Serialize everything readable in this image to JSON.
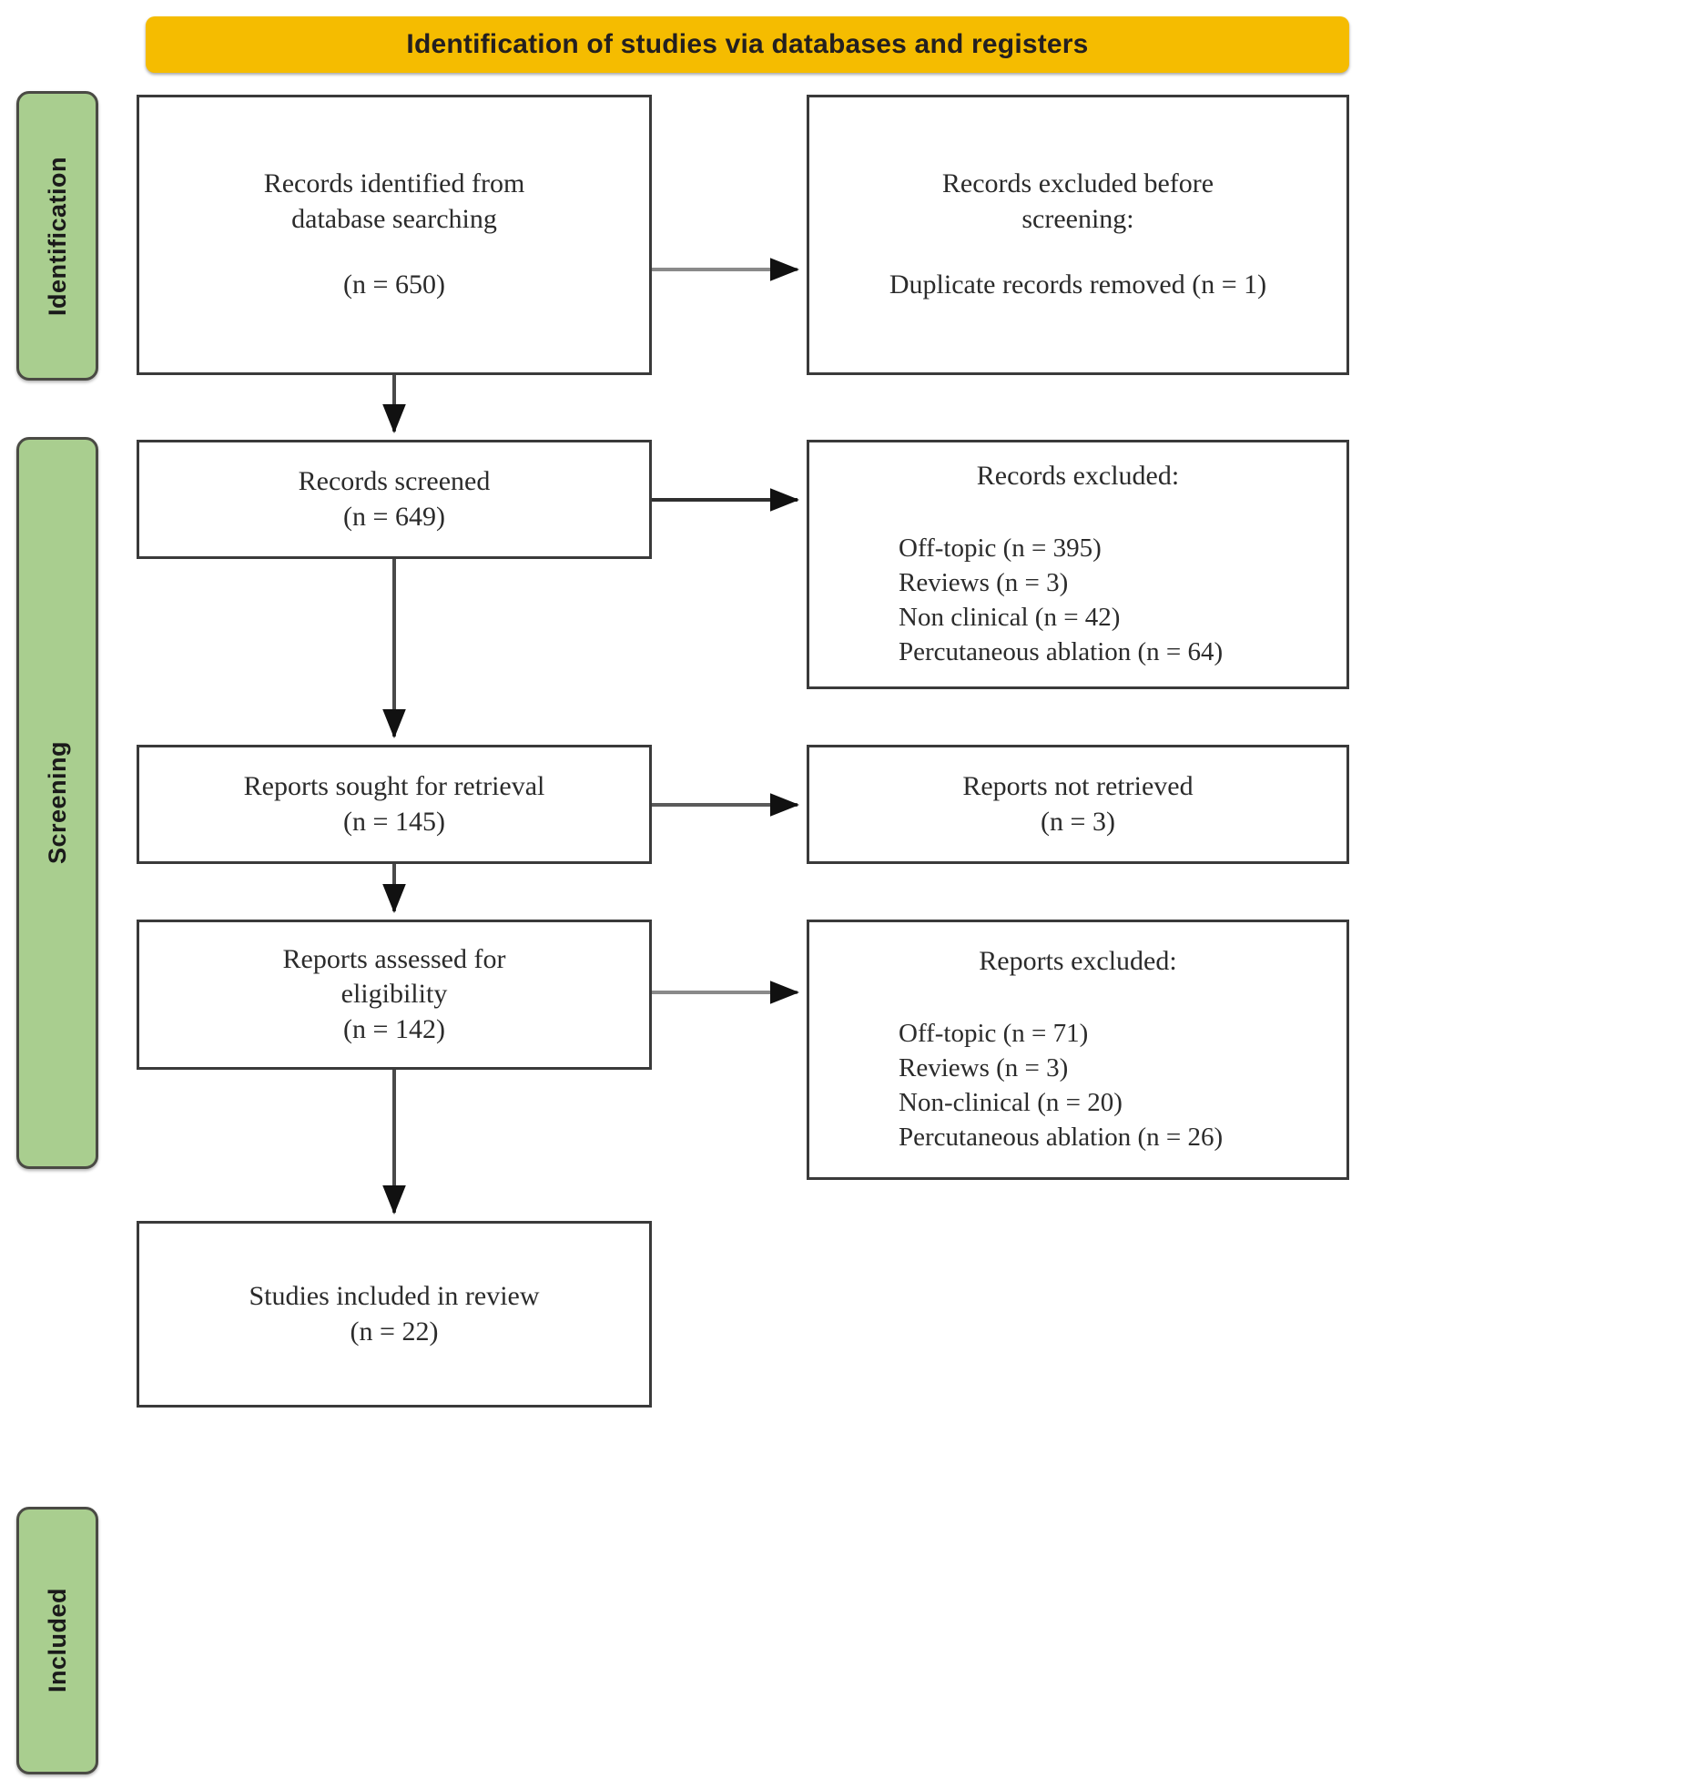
{
  "diagram": {
    "type": "prisma-flow-diagram",
    "header": {
      "title": "Identification of studies via databases and registers",
      "background_color": "#F5BC00"
    },
    "stages": [
      {
        "id": "identification",
        "label": "Identification",
        "color": "#A9CE8F"
      },
      {
        "id": "screening",
        "label": "Screening",
        "color": "#A9CE8F"
      },
      {
        "id": "included",
        "label": "Included",
        "color": "#A9CE8F"
      }
    ],
    "boxes": {
      "identified": {
        "line1": "Records identified from",
        "line2": "database searching",
        "count": "(n = 650)"
      },
      "excluded_before_screening": {
        "line1": "Records excluded before",
        "line2": "screening:",
        "reason1": "Duplicate records removed (n = 1)"
      },
      "screened": {
        "line1": "Records screened",
        "count": "(n = 649)"
      },
      "records_excluded": {
        "head": "Records excluded:",
        "reason1": "Off-topic (n = 395)",
        "reason2": "Reviews (n = 3)",
        "reason3": "Non clinical (n = 42)",
        "reason4": "Percutaneous ablation (n = 64)"
      },
      "sought_for_retrieval": {
        "line1": "Reports sought for retrieval",
        "count": "(n = 145)"
      },
      "not_retrieved": {
        "line1": "Reports not retrieved",
        "count": "(n = 3)"
      },
      "assessed": {
        "line1": "Reports assessed for",
        "line2": "eligibility",
        "count": "(n = 142)"
      },
      "reports_excluded": {
        "head": "Reports excluded:",
        "reason1": "Off-topic (n = 71)",
        "reason2": "Reviews (n = 3)",
        "reason3": "Non-clinical (n = 20)",
        "reason4": "Percutaneous ablation (n = 26)"
      },
      "included": {
        "line1": "Studies included in review",
        "count": "(n = 22)"
      }
    },
    "chart_data": {
      "type": "flowchart",
      "title": "Identification of studies via databases and registers",
      "nodes": [
        {
          "id": "identified",
          "label": "Records identified from database searching",
          "n": 650,
          "stage": "Identification",
          "column": "left"
        },
        {
          "id": "excluded_before",
          "label": "Records excluded before screening:",
          "stage": "Identification",
          "column": "right",
          "reasons": [
            {
              "label": "Duplicate records removed",
              "n": 1
            }
          ]
        },
        {
          "id": "screened",
          "label": "Records screened",
          "n": 649,
          "stage": "Screening",
          "column": "left"
        },
        {
          "id": "records_excluded",
          "label": "Records excluded:",
          "stage": "Screening",
          "column": "right",
          "reasons": [
            {
              "label": "Off-topic",
              "n": 395
            },
            {
              "label": "Reviews",
              "n": 3
            },
            {
              "label": "Non clinical",
              "n": 42
            },
            {
              "label": "Percutaneous ablation",
              "n": 64
            }
          ]
        },
        {
          "id": "sought",
          "label": "Reports sought for retrieval",
          "n": 145,
          "stage": "Screening",
          "column": "left"
        },
        {
          "id": "not_retrieved",
          "label": "Reports not retrieved",
          "n": 3,
          "stage": "Screening",
          "column": "right"
        },
        {
          "id": "assessed",
          "label": "Reports assessed for eligibility",
          "n": 142,
          "stage": "Screening",
          "column": "left"
        },
        {
          "id": "reports_excluded",
          "label": "Reports excluded:",
          "stage": "Screening",
          "column": "right",
          "reasons": [
            {
              "label": "Off-topic",
              "n": 71
            },
            {
              "label": "Reviews",
              "n": 3
            },
            {
              "label": "Non-clinical",
              "n": 20
            },
            {
              "label": "Percutaneous ablation",
              "n": 26
            }
          ]
        },
        {
          "id": "included",
          "label": "Studies included in review",
          "n": 22,
          "stage": "Included",
          "column": "left"
        }
      ],
      "edges": [
        {
          "from": "identified",
          "to": "excluded_before",
          "direction": "right"
        },
        {
          "from": "identified",
          "to": "screened",
          "direction": "down"
        },
        {
          "from": "screened",
          "to": "records_excluded",
          "direction": "right"
        },
        {
          "from": "screened",
          "to": "sought",
          "direction": "down"
        },
        {
          "from": "sought",
          "to": "not_retrieved",
          "direction": "right"
        },
        {
          "from": "sought",
          "to": "assessed",
          "direction": "down"
        },
        {
          "from": "assessed",
          "to": "reports_excluded",
          "direction": "right"
        },
        {
          "from": "assessed",
          "to": "included",
          "direction": "down"
        }
      ]
    }
  }
}
